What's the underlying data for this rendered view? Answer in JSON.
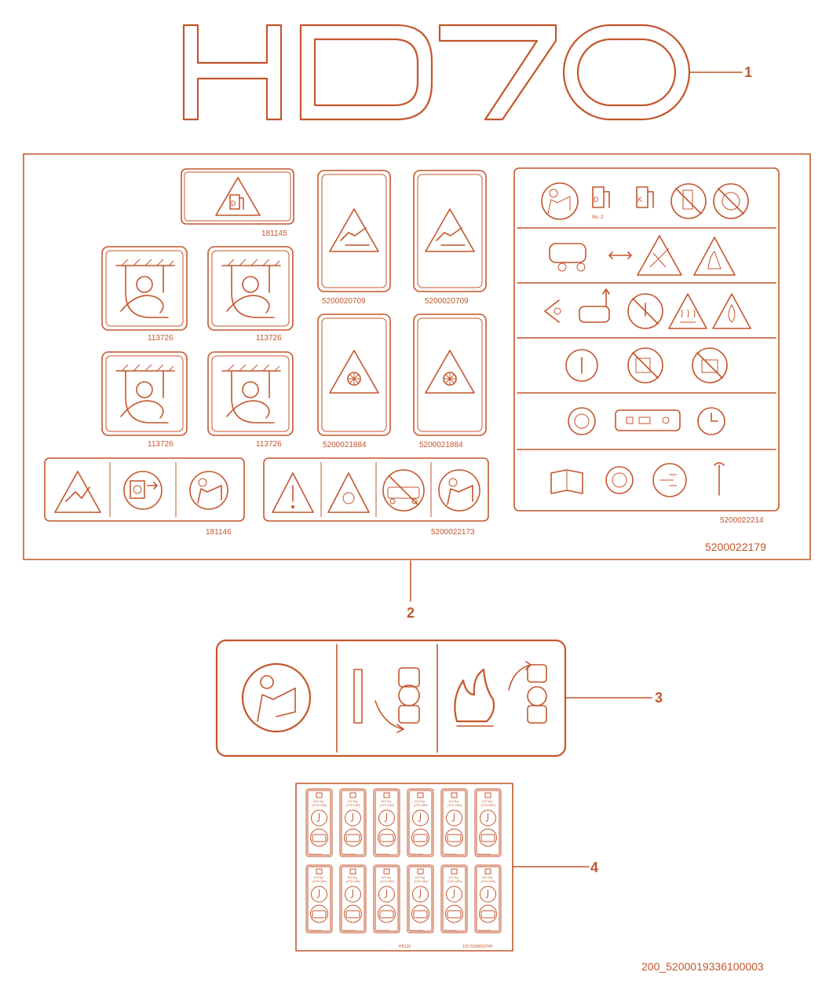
{
  "colors": {
    "line": "#c4562c",
    "background": "#ffffff"
  },
  "callouts": {
    "c1": "1",
    "c2": "2",
    "c3": "3",
    "c4": "4"
  },
  "header_logo_text": "HD70",
  "sheet2": {
    "sheet_number": "5200022179",
    "labels": {
      "l181145": "181145",
      "l113726_a": "113726",
      "l113726_b": "113726",
      "l113726_c": "113726",
      "l113726_d": "113726",
      "l5200020709_a": "5200020709",
      "l5200020709_b": "5200020709",
      "l5200021884_a": "5200021884",
      "l5200021884_b": "5200021884",
      "l181146": "181146",
      "l5200022173": "5200022173",
      "l5200022214": "5200022214"
    },
    "fuel_note": "No. 2"
  },
  "sheet4": {
    "tag_weight": "122 Kg",
    "tag_lbs": "(270 LBS)",
    "tag_code": "5200016740",
    "footer_left": "HD110",
    "footer_right": "12X 5200016740"
  },
  "drawing_id": "200_5200019336100003"
}
